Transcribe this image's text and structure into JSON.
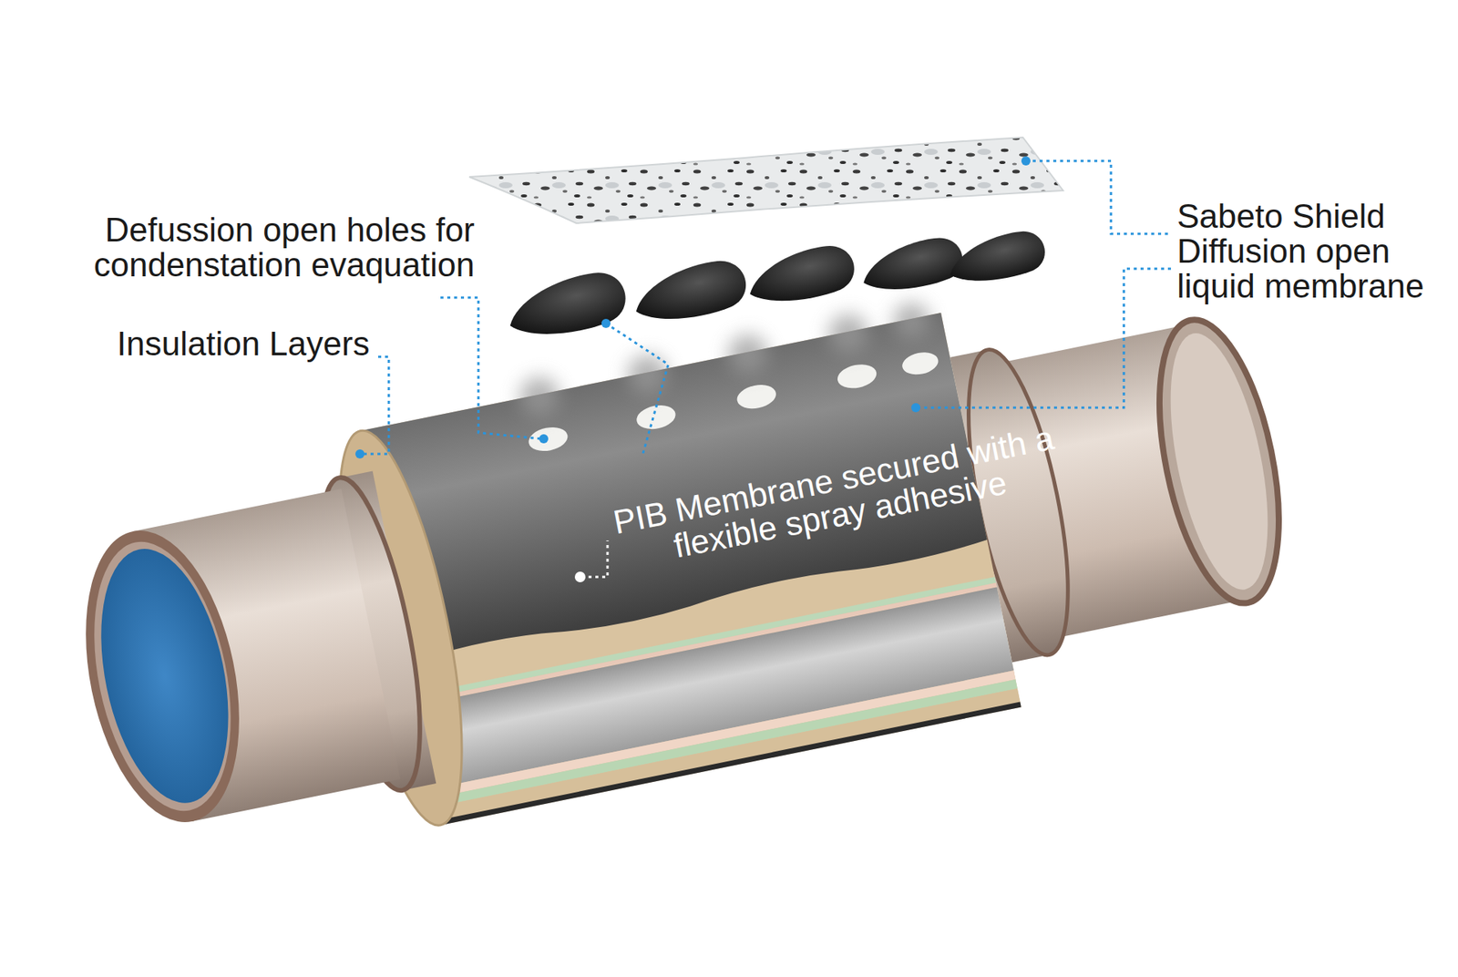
{
  "diagram": {
    "labels": [
      "Defussion open holes for condenstation evaquation",
      "Sabeto Shield Diffusion open liquid membrane",
      "Insulation Layers",
      "PIB Membrane secured with a flexible spray adhesive"
    ]
  }
}
